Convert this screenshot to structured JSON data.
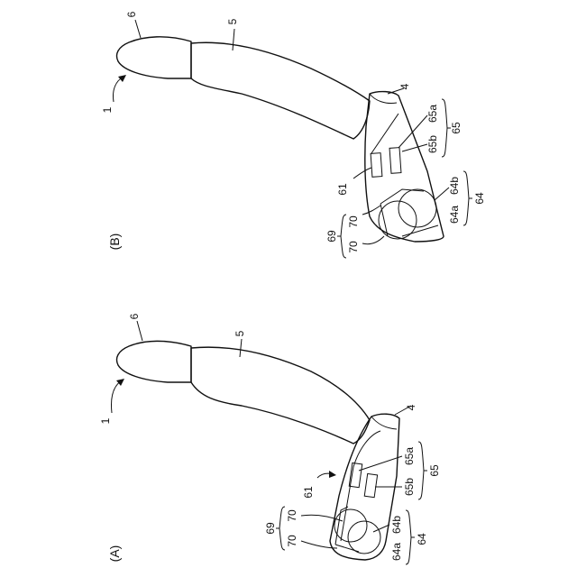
{
  "panels": [
    {
      "id": "A",
      "panel_label": "(A)",
      "labels": {
        "seat": "1",
        "headrest": "6",
        "backrest": "5",
        "cushion": "4",
        "unit": "61",
        "group69": "69",
        "ref70a": "70",
        "ref70b": "70",
        "ref64a": "64a",
        "ref64b": "64b",
        "ref64": "64",
        "ref65a": "65a",
        "ref65b": "65b",
        "ref65": "65"
      }
    },
    {
      "id": "B",
      "panel_label": "(B)",
      "labels": {
        "seat": "1",
        "headrest": "6",
        "backrest": "5",
        "cushion": "4",
        "unit": "61",
        "group69": "69",
        "ref70a": "70",
        "ref70b": "70",
        "ref64a": "64a",
        "ref64b": "64b",
        "ref64": "64",
        "ref65a": "65a",
        "ref65b": "65b",
        "ref65": "65"
      }
    }
  ]
}
